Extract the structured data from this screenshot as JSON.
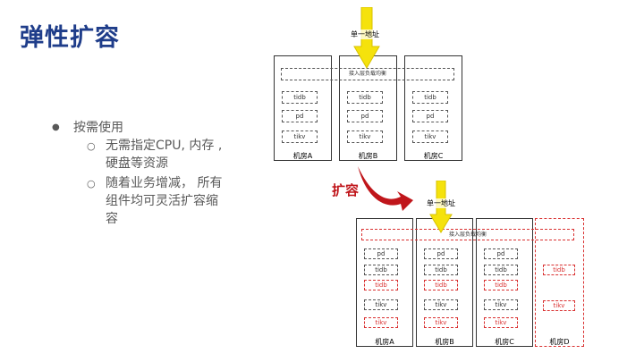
{
  "title": "弹性扩容",
  "bullets": {
    "main": "按需使用",
    "sub1_line1": "无需指定CPU, 内存 ,",
    "sub1_line2": "硬盘等资源",
    "sub2_line1": "随着业务增减， 所有",
    "sub2_line2": "组件均可灵活扩容缩",
    "sub2_line3": "容"
  },
  "top_diagram": {
    "entry_label": "单一地址",
    "lb_label": "接入层负载均衡",
    "rooms": [
      "机房A",
      "机房B",
      "机房C"
    ],
    "components": [
      "tidb",
      "pd",
      "tikv"
    ]
  },
  "expand_label": "扩容",
  "bottom_diagram": {
    "entry_label": "单一地址",
    "lb_label": "接入层负载均衡",
    "rooms": [
      "机房A",
      "机房B",
      "机房C",
      "机房D"
    ],
    "components": [
      "pd",
      "tidb",
      "tidb",
      "tikv",
      "tikv"
    ],
    "new_room_components": [
      "tidb",
      "tikv"
    ]
  },
  "colors": {
    "title": "#1f3d8a",
    "arrow_yellow": "#f5e20c",
    "expand_red": "#c0161b",
    "new_dashed": "#d93030"
  }
}
